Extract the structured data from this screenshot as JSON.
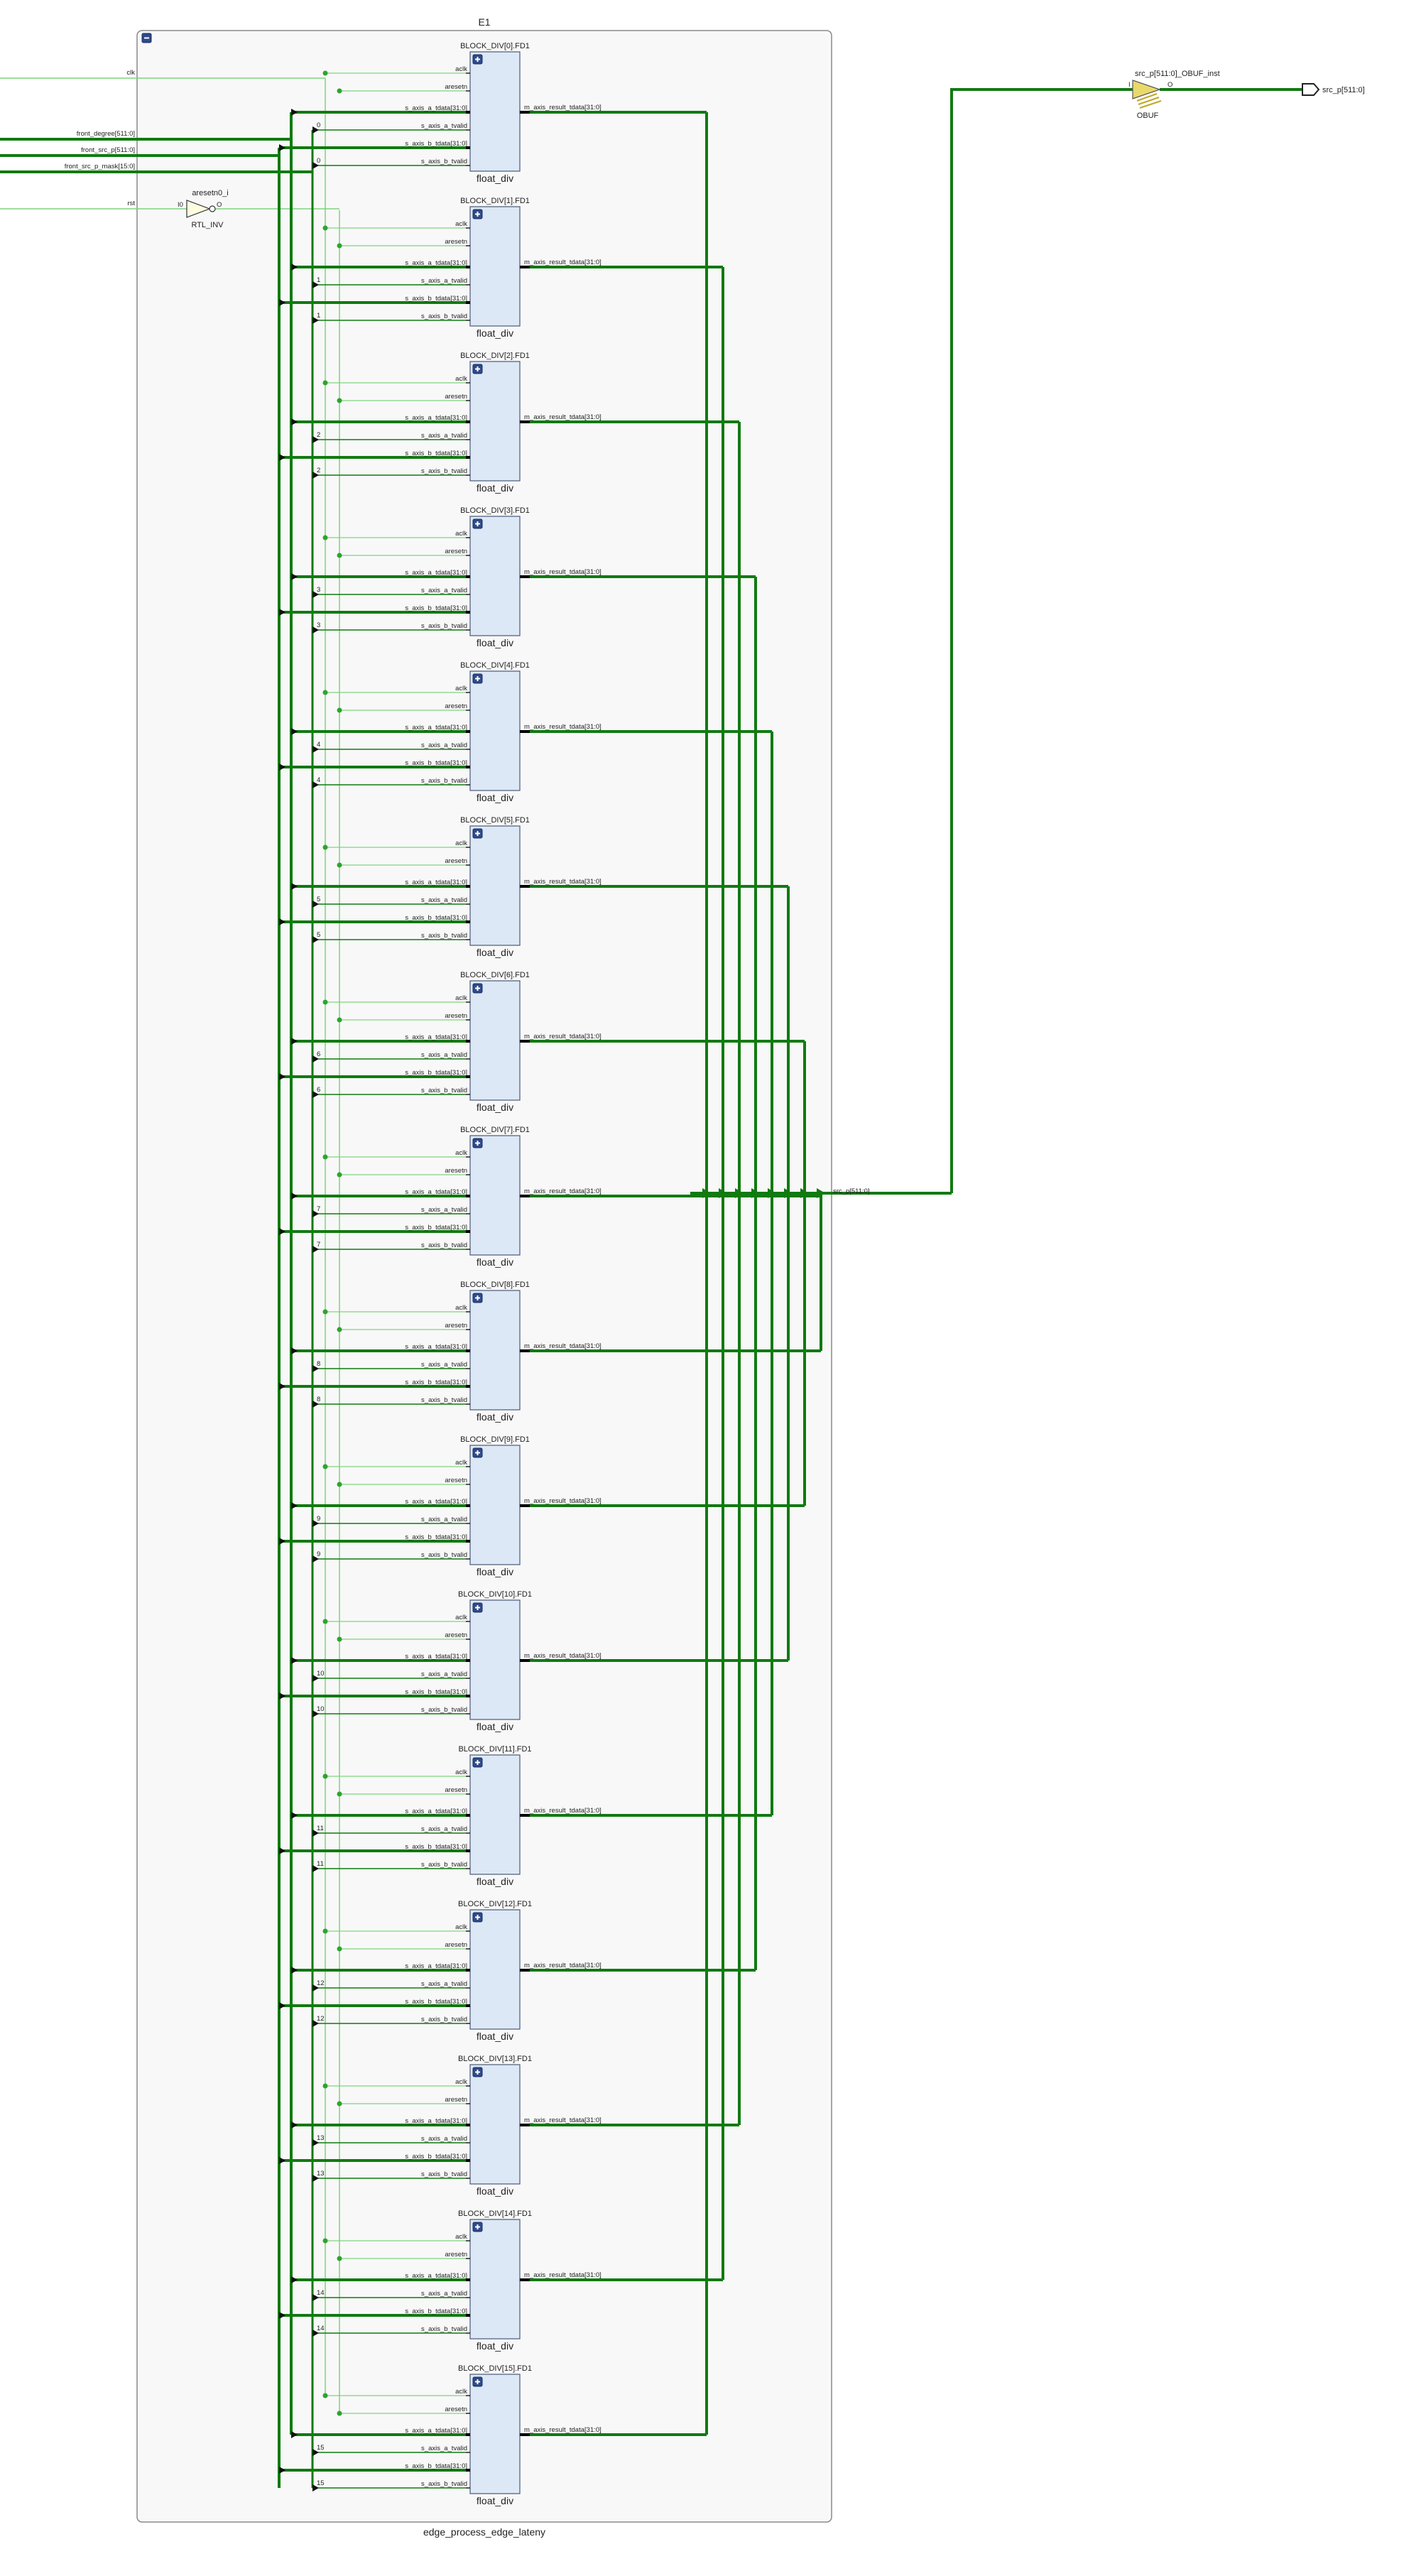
{
  "container": {
    "instance_name": "E1",
    "module_name": "edge_process_edge_lateny",
    "collapse_icon": "minus-icon"
  },
  "input_ports": [
    {
      "name": "clk"
    },
    {
      "name": "front_degree[511:0]"
    },
    {
      "name": "front_src_p[511:0]"
    },
    {
      "name": "front_src_p_mask[15:0]"
    },
    {
      "name": "rst"
    }
  ],
  "inverter": {
    "instance_name": "aresetn0_i",
    "cell_type": "RTL_INV",
    "pin_in": "I0",
    "pin_out": "O"
  },
  "block_module": "float_div",
  "block_pins": {
    "left": [
      "aclk",
      "aresetn",
      "s_axis_a_tdata[31:0]",
      "s_axis_a_tvalid",
      "s_axis_b_tdata[31:0]",
      "s_axis_b_tvalid"
    ],
    "right": "m_axis_result_tdata[31:0]"
  },
  "blocks": [
    {
      "name": "BLOCK_DIV[0].FD1",
      "idx": "0"
    },
    {
      "name": "BLOCK_DIV[1].FD1",
      "idx": "1"
    },
    {
      "name": "BLOCK_DIV[2].FD1",
      "idx": "2"
    },
    {
      "name": "BLOCK_DIV[3].FD1",
      "idx": "3"
    },
    {
      "name": "BLOCK_DIV[4].FD1",
      "idx": "4"
    },
    {
      "name": "BLOCK_DIV[5].FD1",
      "idx": "5"
    },
    {
      "name": "BLOCK_DIV[6].FD1",
      "idx": "6"
    },
    {
      "name": "BLOCK_DIV[7].FD1",
      "idx": "7"
    },
    {
      "name": "BLOCK_DIV[8].FD1",
      "idx": "8"
    },
    {
      "name": "BLOCK_DIV[9].FD1",
      "idx": "9"
    },
    {
      "name": "BLOCK_DIV[10].FD1",
      "idx": "10"
    },
    {
      "name": "BLOCK_DIV[11].FD1",
      "idx": "11"
    },
    {
      "name": "BLOCK_DIV[12].FD1",
      "idx": "12"
    },
    {
      "name": "BLOCK_DIV[13].FD1",
      "idx": "13"
    },
    {
      "name": "BLOCK_DIV[14].FD1",
      "idx": "14"
    },
    {
      "name": "BLOCK_DIV[15].FD1",
      "idx": "15"
    }
  ],
  "merged_bus": "src_p[511:0]",
  "obuf": {
    "instance_name": "src_p[511:0]_OBUF_inst",
    "cell_type": "OBUF",
    "pin_in": "I",
    "pin_out": "O"
  },
  "output_port": {
    "name": "src_p[511:0]"
  },
  "colors": {
    "wire": "#117a11",
    "wire_light": "#7ed47e",
    "block_fill": "#dce8f5",
    "block_border": "#4a5a78",
    "container_fill": "#f8f8f8",
    "obuf_fill": "#e9d96a"
  }
}
